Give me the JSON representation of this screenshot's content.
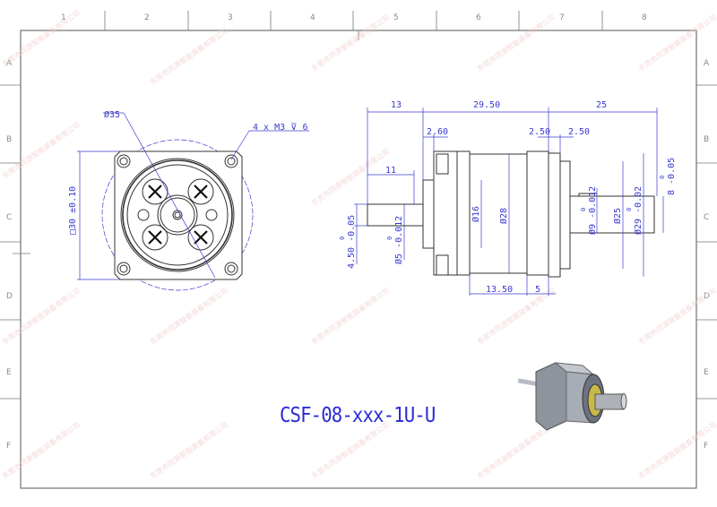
{
  "columns": [
    "1",
    "2",
    "3",
    "4",
    "5",
    "6",
    "7",
    "8"
  ],
  "rows": [
    "A",
    "B",
    "C",
    "D",
    "E",
    "F"
  ],
  "part_number": "CSF-08-xxx-1U-U",
  "watermark": "东莞市同源智能装备有限公司",
  "front_view": {
    "dia_circle": "Ø35",
    "holes": "4 x  M3 ⊽ 6",
    "square": "□30 ±0.10"
  },
  "side_view": {
    "d13": "13",
    "d29_50": "29.50",
    "d25": "25",
    "d2_60": "2.60",
    "d2_50a": "2.50",
    "d2_50b": "2.50",
    "d11": "11",
    "d13_50": "13.50",
    "d5": "5",
    "dia16": "Ø16",
    "dia28": "Ø28",
    "dia25": "Ø25",
    "dia5": "Ø5 -0.012",
    "dia5_upper": "0",
    "d4_50": "4.50 -0.05",
    "d4_50_upper": "0",
    "dia9": "Ø9 -0.012",
    "dia9_upper": "0",
    "dia29": "Ø29 -0.02",
    "dia29_upper": "0",
    "d8": "8 -0.05",
    "d8_upper": "0"
  },
  "colors": {
    "dimension": "#3a3ad0",
    "outline": "#333333"
  }
}
